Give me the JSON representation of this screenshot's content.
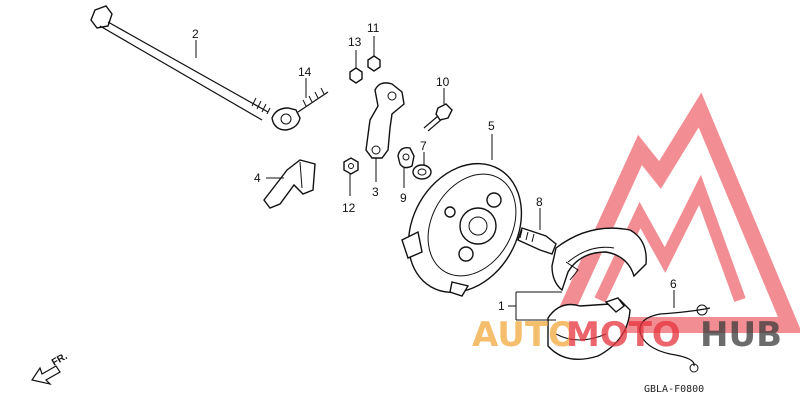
{
  "callouts": {
    "p1": "1",
    "p2": "2",
    "p3": "3",
    "p4": "4",
    "p5": "5",
    "p6": "6",
    "p7": "7",
    "p8": "8",
    "p9": "9",
    "p10": "10",
    "p11": "11",
    "p12": "12",
    "p13": "13",
    "p14": "14"
  },
  "diagram_code": "GBLA-F0800",
  "direction_label": "FR.",
  "watermark": {
    "part1": "AUTO",
    "part2": "MOTO",
    "part3": "HUB",
    "colors": {
      "triangle": "#e8323c",
      "auto": "#f2a93b",
      "moto": "#e8323c",
      "hub": "#3a3a3a"
    }
  }
}
